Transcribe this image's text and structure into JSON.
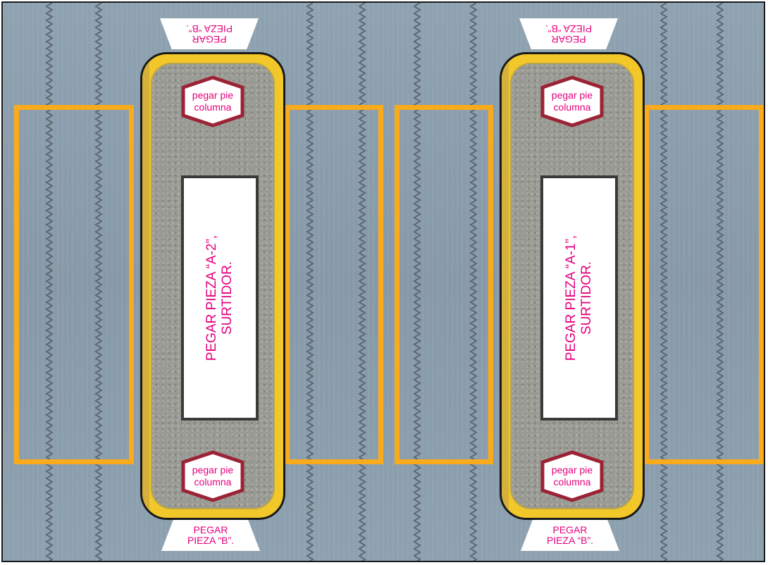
{
  "tab_label": "PEGAR\nPIEZA “B”.",
  "column_label": "pegar pie\ncolumna",
  "islands": [
    {
      "panel_text": "PEGAR PIEZA “A-2”,\nSURTIDOR."
    },
    {
      "panel_text": "PEGAR PIEZA “A-1”,\nSURTIDOR."
    }
  ],
  "colors": {
    "text_magenta": "#e5007e",
    "parking_line": "#f9ab1b",
    "island_curb": "#f2c72a",
    "hex_border": "#9b2335",
    "asphalt": "#8a9fae"
  }
}
